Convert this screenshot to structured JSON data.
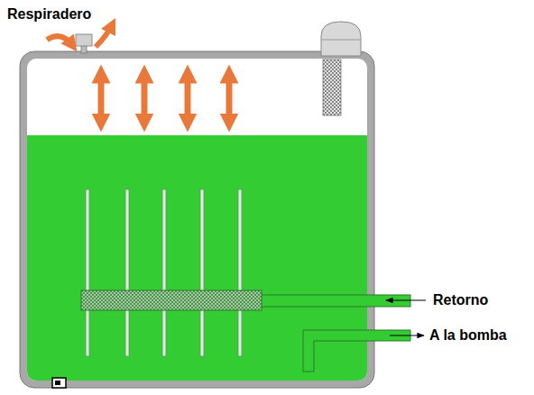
{
  "diagram": {
    "labels": [
      "Respiradero",
      "Retorno",
      "A la bomba"
    ]
  }
}
